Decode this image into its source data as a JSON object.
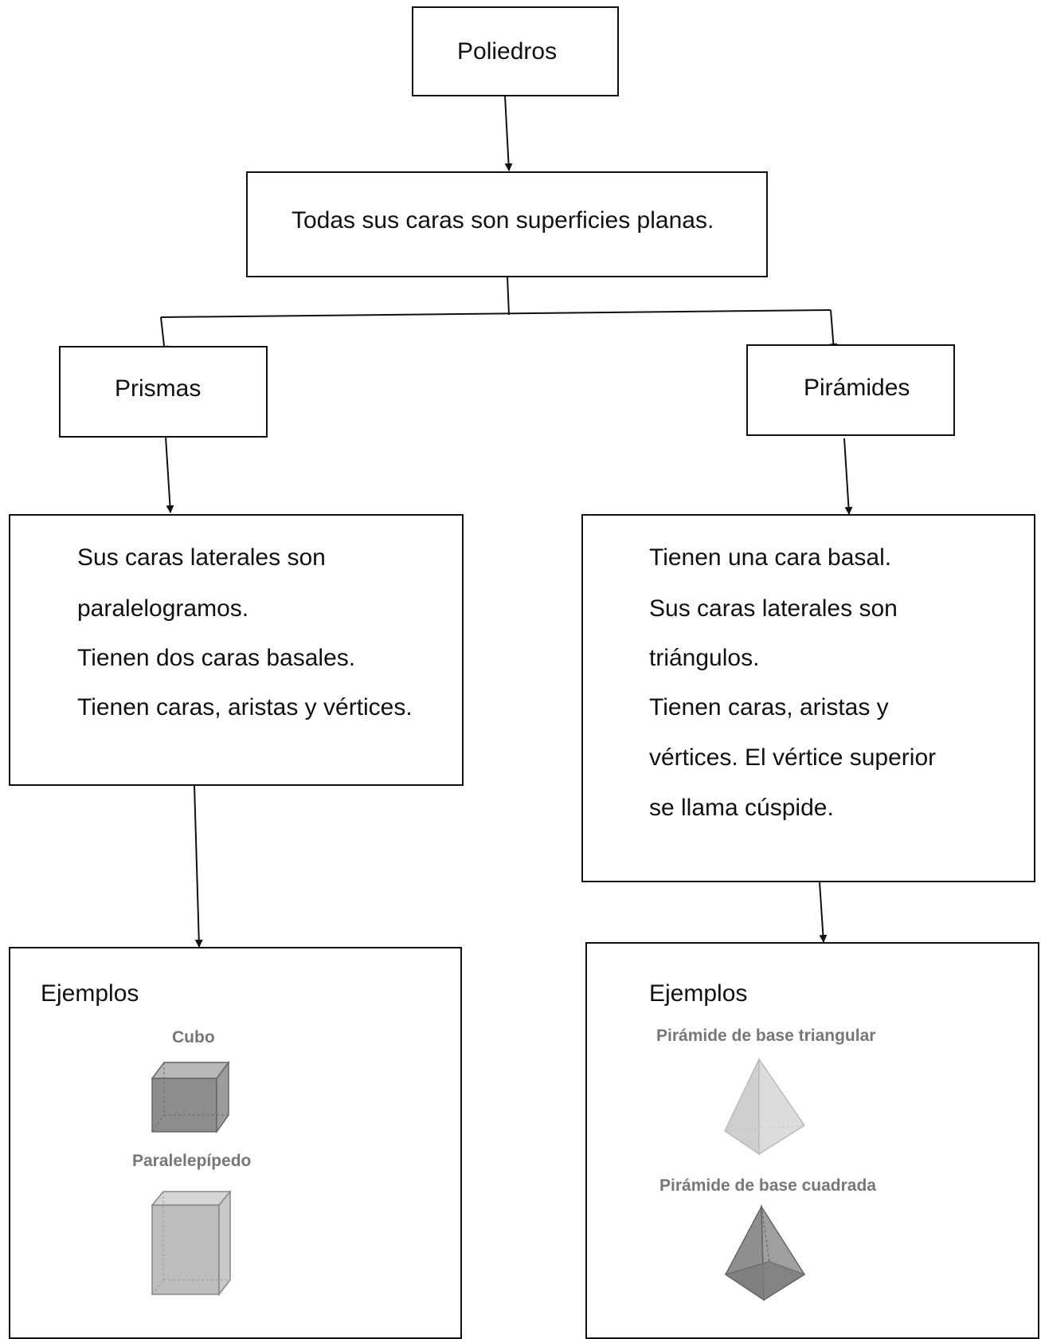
{
  "nodes": {
    "root": {
      "label": "Poliedros"
    },
    "definition": {
      "label": "Todas sus caras son superficies planas."
    },
    "prismas": {
      "label": "Prismas"
    },
    "piramides": {
      "label": "Pirámides"
    }
  },
  "prismas_properties": {
    "lines": [
      "Sus caras laterales son",
      "paralelogramos.",
      "Tienen dos caras basales.",
      "Tienen caras, aristas y vértices."
    ]
  },
  "piramides_properties": {
    "lines": [
      "Tienen una cara basal.",
      "Sus caras laterales son",
      "triángulos.",
      "Tienen caras, aristas y",
      "vértices. El vértice superior",
      "se llama cúspide."
    ]
  },
  "prismas_examples": {
    "heading": "Ejemplos",
    "items": [
      {
        "name": "Cubo",
        "icon": "cube-icon"
      },
      {
        "name": "Paralelepípedo",
        "icon": "parallelepiped-icon"
      }
    ]
  },
  "piramides_examples": {
    "heading": "Ejemplos",
    "items": [
      {
        "name": "Pirámide de base triangular",
        "icon": "triangular-pyramid-icon"
      },
      {
        "name": "Pirámide de base cuadrada",
        "icon": "square-pyramid-icon"
      }
    ]
  },
  "colors": {
    "stroke": "#111111",
    "example_label": "#777777",
    "shape_fill_dark": "#8a8a8a",
    "shape_fill_light": "#d0d0d0"
  }
}
